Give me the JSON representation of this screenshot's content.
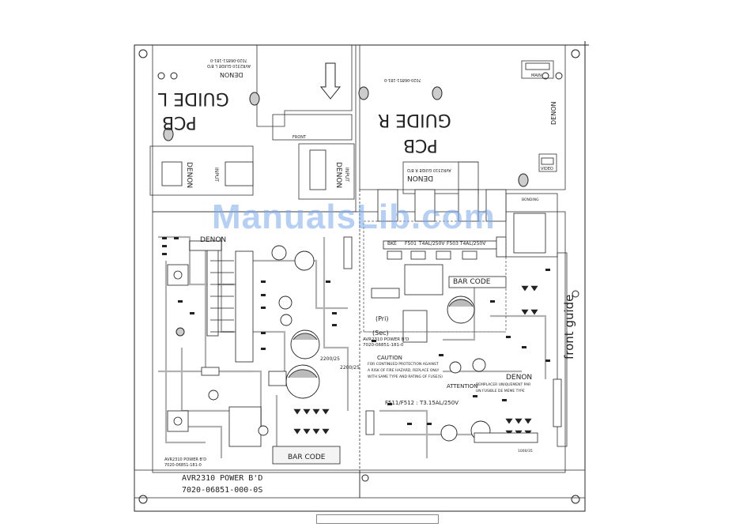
{
  "watermark": "ManualsLib.com",
  "board": {
    "brand": "DENON",
    "title": "AVR2310 POWER B'D",
    "part_number": "7020-06851-000-0S",
    "bar_code": "BAR CODE",
    "front_guide": "front guide"
  },
  "guide_left": {
    "pcb": "PCB",
    "guide": "GUIDE L",
    "brand": "DENON",
    "model": "AVR2310 GUIDE L B'D",
    "part": "7020-06851-181-0"
  },
  "guide_right": {
    "pcb": "PCB",
    "guide": "GUIDE R",
    "brand": "DENON",
    "model": "AVR2310 GUIDE R B'D",
    "part": "7020-06851-181-0"
  },
  "small_boards": {
    "input": "INPUT",
    "main": "MAIN",
    "video": "VIDEO",
    "front": "FRONT",
    "denon": "DENON"
  },
  "fuses": {
    "f_black": "BKE",
    "f501": "F501",
    "f502": "T4AL/250V",
    "f503": "F503 T4AL/250V",
    "fuse_rating": "F511/F512 : T3.15AL/250V"
  },
  "labels": {
    "pri": "(Pri)",
    "sec": "(Sec)",
    "avr_sub": "AVR2310 POWER B'D",
    "sub_part": "7020-06851-181-0",
    "caution_title": "CAUTION",
    "caution_line1": "FOR CONTINUED PROTECTION AGAINST",
    "caution_line2": "A RISK OF FIRE HAZARD, REPLACE ONLY",
    "caution_line3": "WITH SAME TYPE AND RATING OF FUSE(S)",
    "attention": "ATTENTION",
    "attention_line1": "REMPLACER UNIQUEMENT PAR",
    "attention_line2": "UN FUSIBLE DE MEME TYPE",
    "cap1": "2200/25",
    "cap2": "2200/25",
    "bonding": "BONDING",
    "rating_small": "1000/35"
  }
}
